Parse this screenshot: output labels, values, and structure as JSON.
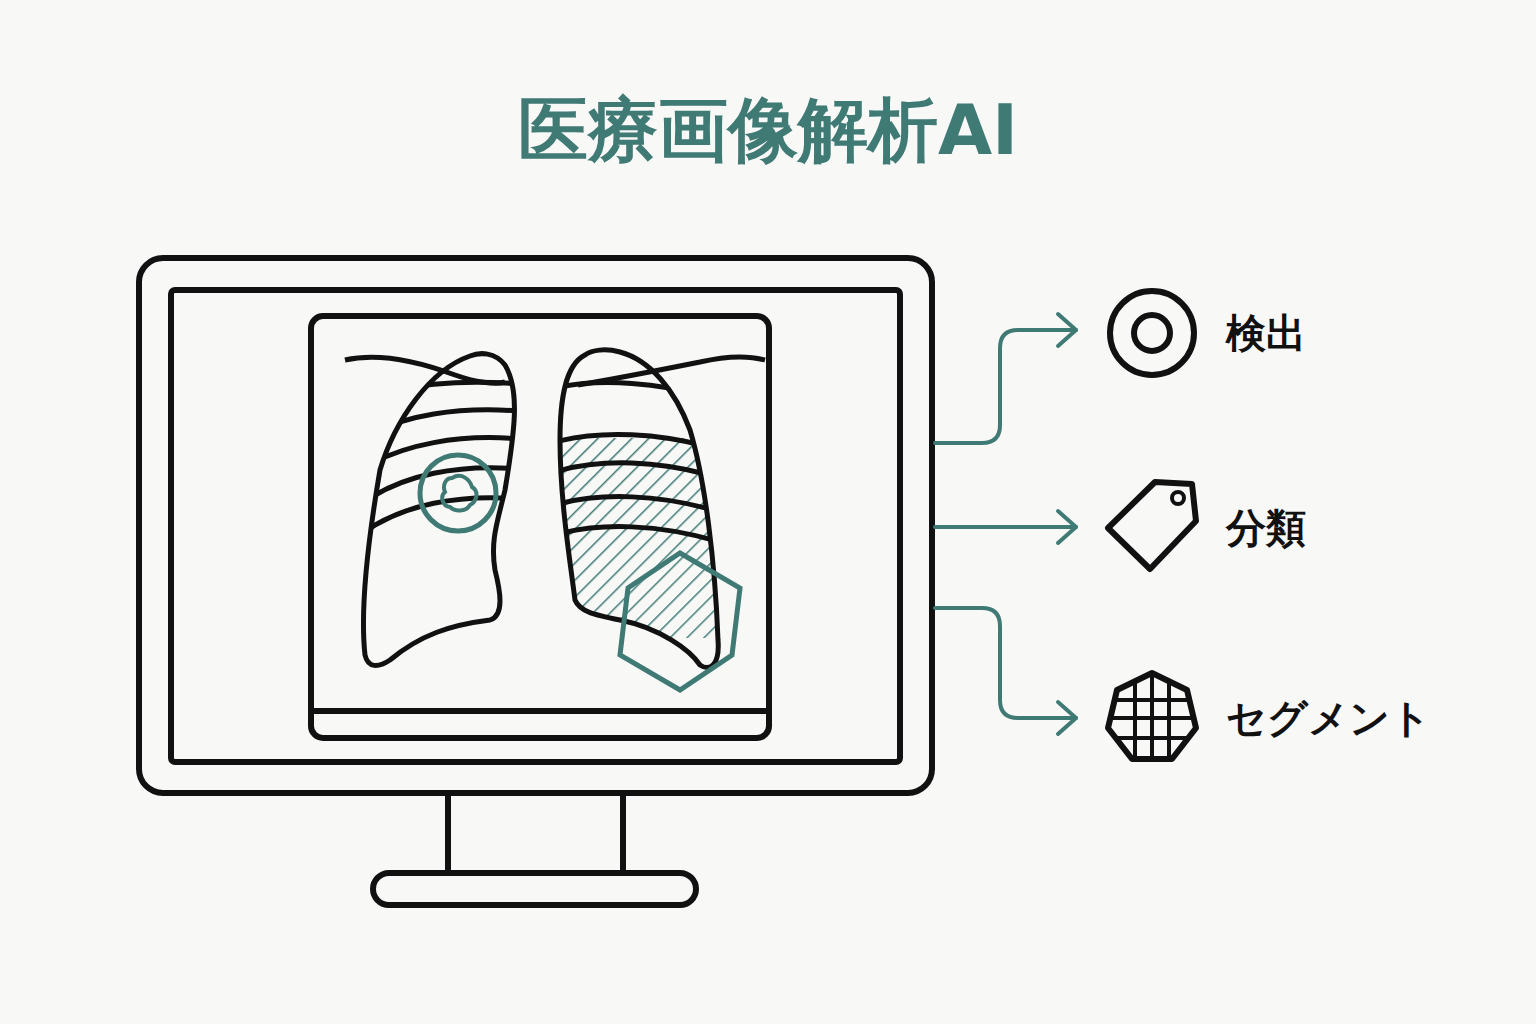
{
  "diagram": {
    "title": "医療画像解析AI",
    "labels": [
      "検出",
      "分類",
      "セグメント"
    ]
  }
}
